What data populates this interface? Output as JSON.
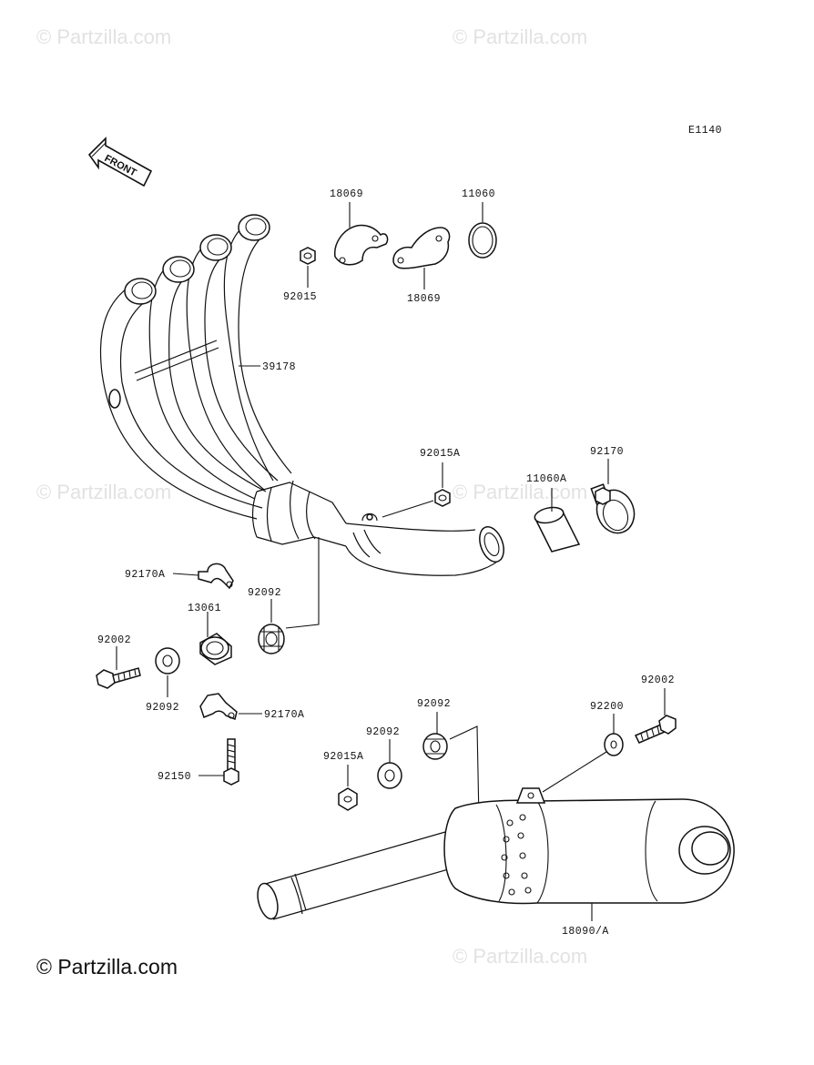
{
  "diagram_code": "E1140",
  "front_arrow_label": "FRONT",
  "watermark": "© Partzilla.com",
  "copyright": "© Partzilla.com",
  "parts": {
    "p18069_top": "18069",
    "p11060": "11060",
    "p92015": "92015",
    "p18069_bottom": "18069",
    "p39178": "39178",
    "p92015A_top": "92015A",
    "p92170": "92170",
    "p11060A": "11060A",
    "p92170A_top": "92170A",
    "p92092_a": "92092",
    "p13061": "13061",
    "p92002_left": "92002",
    "p92092_b": "92092",
    "p92170A_bottom": "92170A",
    "p92150": "92150",
    "p92002_right": "92002",
    "p92092_c": "92092",
    "p92200": "92200",
    "p92092_d": "92092",
    "p92015A_bottom": "92015A",
    "p18090A": "18090/A"
  }
}
